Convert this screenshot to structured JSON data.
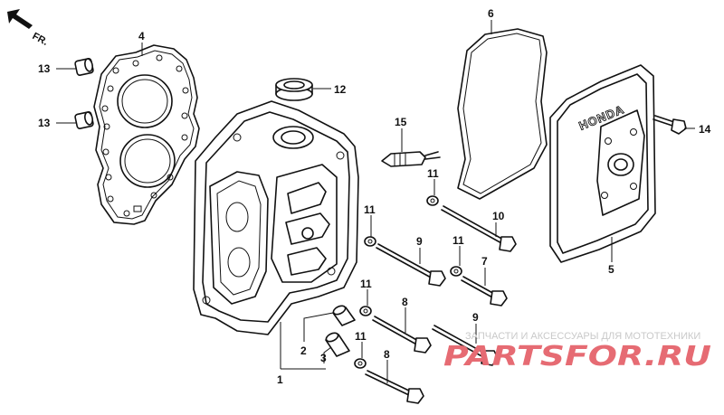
{
  "direction_label": "FR.",
  "callouts": {
    "p1": "1",
    "p2": "2",
    "p3": "3",
    "p4": "4",
    "p5": "5",
    "p6": "6",
    "p7": "7",
    "p8a": "8",
    "p8b": "8",
    "p9a": "9",
    "p9b": "9",
    "p10": "10",
    "p11a": "11",
    "p11b": "11",
    "p11c": "11",
    "p11d": "11",
    "p11e": "11",
    "p12": "12",
    "p13a": "13",
    "p13b": "13",
    "p14": "14",
    "p15": "15"
  },
  "cover_brand": "HONDA",
  "watermark": {
    "tagline": "ЗАПЧАСТИ И АКСЕССУАРЫ ДЛЯ МОТОТЕХНИКИ",
    "site": "PARTSFOR.RU",
    "color": "#e66b73"
  }
}
